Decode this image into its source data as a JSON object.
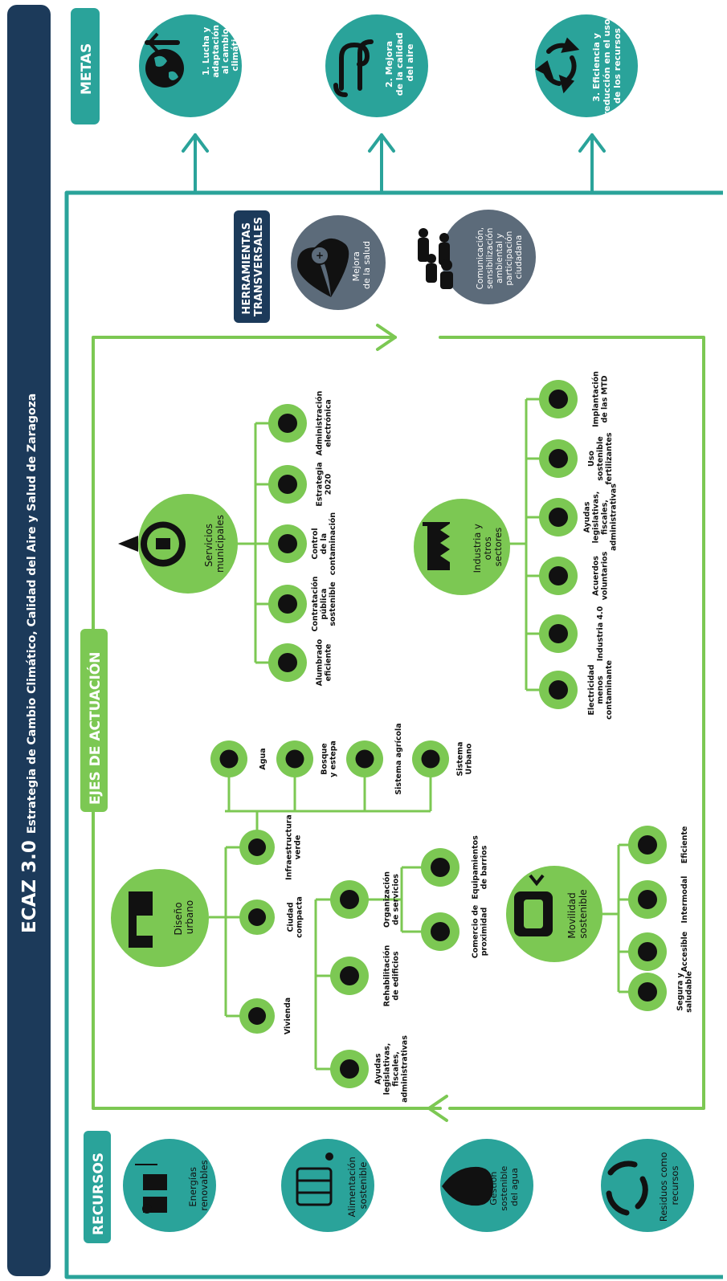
{
  "title": {
    "main": "ECAZ 3.0",
    "sub": "Estrategia de Cambio Climático, Calidad del Aire y Salud de Zaragoza"
  },
  "colors": {
    "navy": "#1c3a5a",
    "teal": "#2aa39a",
    "green": "#7cc853",
    "slate": "#5c6b7a",
    "icon": "#111111"
  },
  "metas": {
    "label": "METAS",
    "items": [
      {
        "icon": "thermometer-earth-icon",
        "lines": [
          "1. Lucha y",
          "adaptación",
          "al cambio",
          "climático"
        ]
      },
      {
        "icon": "air-flow-icon",
        "lines": [
          "2. Mejora",
          "de la calidad",
          "del aire"
        ]
      },
      {
        "icon": "recycle-arrows-icon",
        "lines": [
          "3. Eficiencia y",
          "reducción en el uso",
          "de los recursos"
        ]
      }
    ]
  },
  "herramientas": {
    "label": [
      "HERRAMIENTAS",
      "TRANSVERSALES"
    ],
    "items": [
      {
        "icon": "heart-health-icon",
        "lines": [
          "Mejora",
          "de la salud"
        ]
      },
      {
        "icon": "people-group-icon",
        "lines": [
          "Comunicación,",
          "sensibilización",
          "ambiental y",
          "participación",
          "ciudadana"
        ]
      }
    ]
  },
  "ejes": {
    "label": "EJES DE ACTUACIÓN",
    "servicios": {
      "icon": "municipal-pin-icon",
      "lines": [
        "Servicios",
        "municipales"
      ],
      "children": [
        {
          "icon": "street-lamp-icon",
          "lines": [
            "Alumbrado",
            "eficiente"
          ]
        },
        {
          "icon": "person-plant-icon",
          "lines": [
            "Contratación",
            "pública",
            "sostenible"
          ]
        },
        {
          "icon": "pollution-cloud-icon",
          "lines": [
            "Control",
            "de la",
            "contaminación"
          ]
        },
        {
          "icon": "e2020-icon",
          "lines": [
            "Estrategia",
            "2020"
          ]
        },
        {
          "icon": "at-smiley-icon",
          "lines": [
            "Administración",
            "electrónica"
          ]
        }
      ]
    },
    "industria": {
      "icon": "factory-icon",
      "lines": [
        "Industria y",
        "otros",
        "sectores"
      ],
      "children": [
        {
          "icon": "leaf-icon",
          "lines": [
            "Electricidad",
            "menos",
            "contaminante"
          ]
        },
        {
          "icon": "network-hub-icon",
          "lines": [
            "Industria 4.0"
          ]
        },
        {
          "icon": "handshake-icon",
          "lines": [
            "Acuerdos",
            "voluntarios"
          ]
        },
        {
          "icon": "lifebuoy-icon",
          "lines": [
            "Ayudas",
            "legislativas,",
            "fiscales,",
            "administrativas"
          ]
        },
        {
          "icon": "fertilizer-bag-icon",
          "lines": [
            "Uso",
            "sostenible",
            "fertilizantes"
          ]
        },
        {
          "icon": "gear-icon",
          "lines": [
            "Implantación",
            "de las MTD"
          ]
        }
      ]
    },
    "diseno": {
      "icon": "buildings-icon",
      "lines": [
        "Diseño",
        "urbano"
      ],
      "vivienda": {
        "icon": "apartment-icon",
        "lines": [
          "Vivienda"
        ]
      },
      "ciudad": {
        "icon": "city-block-icon",
        "lines": [
          "Ciudad",
          "compacta"
        ]
      },
      "infra": {
        "icon": "tree-icon",
        "lines": [
          "Infraestructura",
          "verde"
        ]
      },
      "infra_children": [
        {
          "icon": "water-icon",
          "lines": [
            "Agua"
          ]
        },
        {
          "icon": "forest-icon",
          "lines": [
            "Bosque",
            "y estepa"
          ]
        },
        {
          "icon": "plant-field-icon",
          "lines": [
            "Sistema agrícola"
          ]
        },
        {
          "icon": "park-bench-icon",
          "lines": [
            "Sistema",
            "Urbano"
          ]
        }
      ],
      "vivienda_children": [
        {
          "icon": "lifebuoy-icon",
          "lines": [
            "Ayudas",
            "legislativas,",
            "fiscales,",
            "administrativas"
          ]
        },
        {
          "icon": "building-renovation-icon",
          "lines": [
            "Rehabilitación",
            "de edificios"
          ]
        },
        {
          "icon": "services-building-icon",
          "lines": [
            "Organización",
            "de servicios"
          ]
        }
      ],
      "servicios_children": [
        {
          "icon": "shop-icon",
          "lines": [
            "Comercio de",
            "proximidad"
          ]
        },
        {
          "icon": "playground-icon",
          "lines": [
            "Equipamientos",
            "de barrios"
          ]
        }
      ]
    },
    "movilidad": {
      "icon": "tram-icon",
      "lines": [
        "Movilidad",
        "sostenible"
      ],
      "children": [
        {
          "icon": "bicycle-icon",
          "lines": [
            "Segura y",
            "saludable"
          ]
        },
        {
          "icon": "wheelchair-icon",
          "lines": [
            "Accesible"
          ]
        },
        {
          "icon": "bus-icon",
          "lines": [
            "Intermodal"
          ]
        },
        {
          "icon": "lightning-icon",
          "lines": [
            "Eficiente"
          ]
        }
      ]
    }
  },
  "recursos": {
    "label": "RECURSOS",
    "items": [
      {
        "icon": "solar-wind-icon",
        "lines": [
          "Energías",
          "renovables"
        ]
      },
      {
        "icon": "food-basket-icon",
        "lines": [
          "Alimentación",
          "sostenible"
        ]
      },
      {
        "icon": "water-drop-icon",
        "lines": [
          "Gestión",
          "sostenible",
          "del agua"
        ]
      },
      {
        "icon": "waste-recycle-icon",
        "lines": [
          "Residuos como",
          "recursos"
        ]
      }
    ]
  }
}
